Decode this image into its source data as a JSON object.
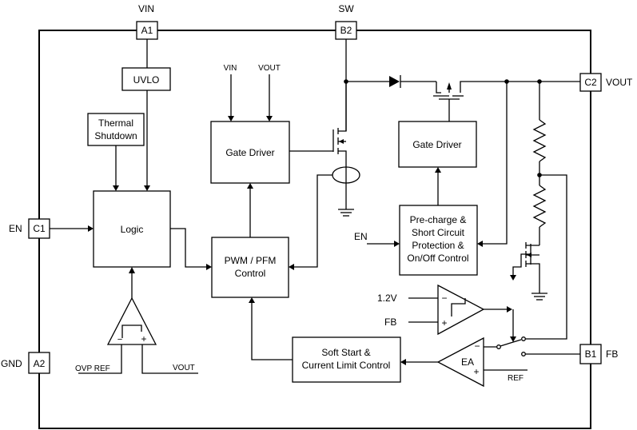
{
  "pins": {
    "vin": {
      "id": "A1",
      "label": "VIN"
    },
    "sw": {
      "id": "B2",
      "label": "SW"
    },
    "vout": {
      "id": "C2",
      "label": "VOUT"
    },
    "en": {
      "id": "C1",
      "label": "EN"
    },
    "gnd": {
      "id": "A2",
      "label": "GND"
    },
    "fb": {
      "id": "B1",
      "label": "FB"
    }
  },
  "blocks": {
    "uvlo": "UVLO",
    "thermal_1": "Thermal",
    "thermal_2": "Shutdown",
    "logic": "Logic",
    "gate_driver_left": "Gate Driver",
    "gate_driver_right": "Gate Driver",
    "pwm_1": "PWM / PFM",
    "pwm_2": "Control",
    "precharge_1": "Pre-charge &",
    "precharge_2": "Short Circuit",
    "precharge_3": "Protection &",
    "precharge_4": "On/Off Control",
    "softstart_1": "Soft Start &",
    "softstart_2": "Current Limit Control",
    "ea": "EA"
  },
  "signals": {
    "gd_vin": "VIN",
    "gd_vout": "VOUT",
    "en_in": "EN",
    "v12": "1.2V",
    "fb_in": "FB",
    "ref": "REF",
    "ovp_ref": "OVP REF",
    "ovp_vout": "VOUT"
  }
}
